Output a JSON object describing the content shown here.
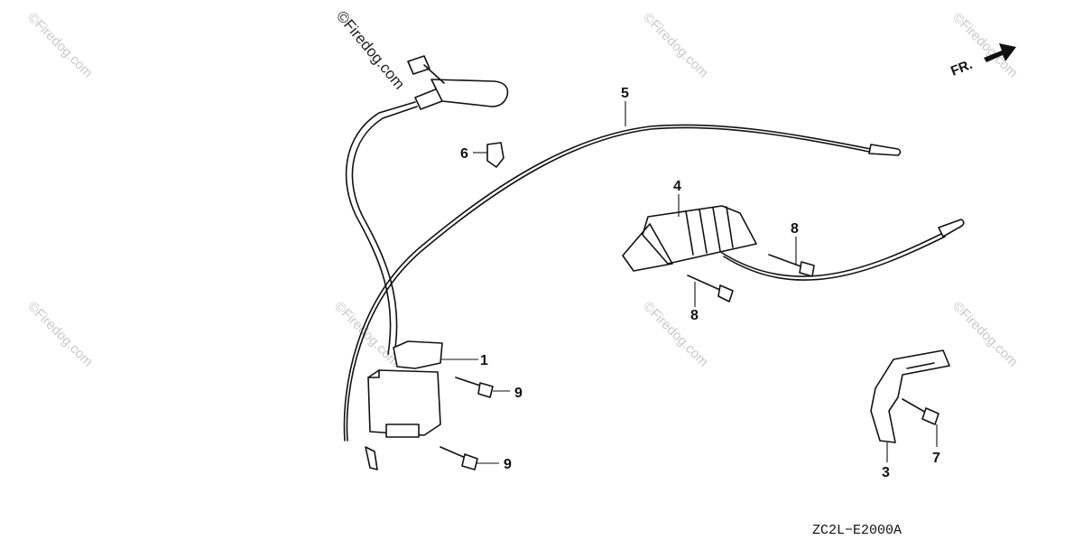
{
  "diagram": {
    "drawing_code": "ZC2L−E2000A",
    "direction_label": "FR.",
    "watermark_main": "©Firedog.com",
    "watermark_tile": "©Firedog.com",
    "callouts": {
      "c1": "1",
      "c3": "3",
      "c4": "4",
      "c5": "5",
      "c6": "6",
      "c7": "7",
      "c8a": "8",
      "c8b": "8",
      "c9a": "9",
      "c9b": "9"
    }
  }
}
